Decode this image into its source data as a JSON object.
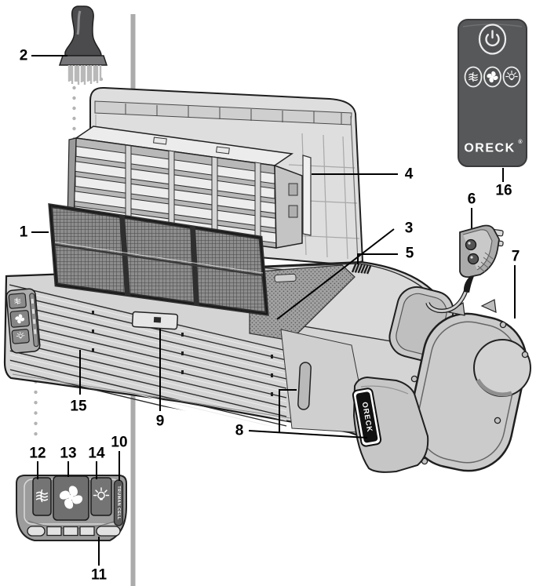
{
  "callouts": [
    {
      "label": "1"
    },
    {
      "label": "2"
    },
    {
      "label": "3"
    },
    {
      "label": "4"
    },
    {
      "label": "5"
    },
    {
      "label": "6"
    },
    {
      "label": "7"
    },
    {
      "label": "8"
    },
    {
      "label": "9"
    },
    {
      "label": "10"
    },
    {
      "label": "11"
    },
    {
      "label": "12"
    },
    {
      "label": "13"
    },
    {
      "label": "14"
    },
    {
      "label": "15"
    },
    {
      "label": "16"
    }
  ],
  "remote": {
    "brand": "ORECK",
    "registered_mark": "®",
    "body_color": "#57585a",
    "buttons": [
      "power-icon",
      "airflow-icon",
      "fan-icon",
      "bulb-icon"
    ]
  },
  "side_badge": {
    "brand": "ORECK"
  },
  "onboard_panel": {
    "strip_label": "TRUMAN CELL",
    "keys": [
      "airflow-icon",
      "fan-icon",
      "bulb-icon"
    ],
    "indicator_segment_count": 5
  },
  "artwork_colors": {
    "outline": "#1c1c1c",
    "body_gray": "#d2d2d2",
    "dark_gray": "#57585a",
    "mesh_gray": "#8d8d8d",
    "wall_bar": "#ababab"
  }
}
